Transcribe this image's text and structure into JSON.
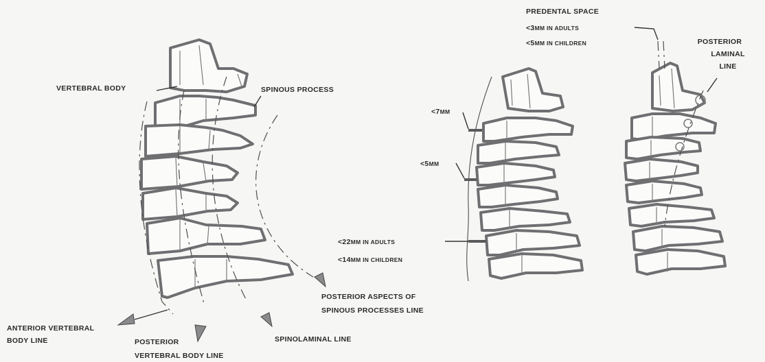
{
  "figure": {
    "left": {
      "labels": {
        "vertebral_body": "VERTEBRAL BODY",
        "spinous_process": "SPINOUS PROCESS",
        "posterior_aspects_1": "POSTERIOR ASPECTS OF",
        "posterior_aspects_2": "SPINOUS PROCESSES LINE",
        "anterior_line_1": "ANTERIOR VERTEBRAL",
        "anterior_line_2": "BODY LINE",
        "posterior_body_1": "POSTERIOR",
        "posterior_body_2": "VERTEBRAL BODY LINE",
        "spinolaminal": "SPINOLAMINAL LINE"
      }
    },
    "middle": {
      "labels": {
        "seven_lt": "<7",
        "seven_unit": "MM",
        "five_lt": "<5",
        "five_unit": "MM",
        "adults_lt": "<22",
        "adults_rest": "MM IN ADULTS",
        "children_lt": "<14",
        "children_rest": "MM IN CHILDREN"
      }
    },
    "right": {
      "labels": {
        "predental": "PREDENTAL SPACE",
        "adults_lt": "<3",
        "adults_rest": "MM IN ADULTS",
        "children_lt": "<5",
        "children_rest": "MM IN CHILDREN",
        "posterior_1": "POSTERIOR",
        "posterior_2": "LAMINAL",
        "posterior_3": "LINE"
      }
    }
  }
}
